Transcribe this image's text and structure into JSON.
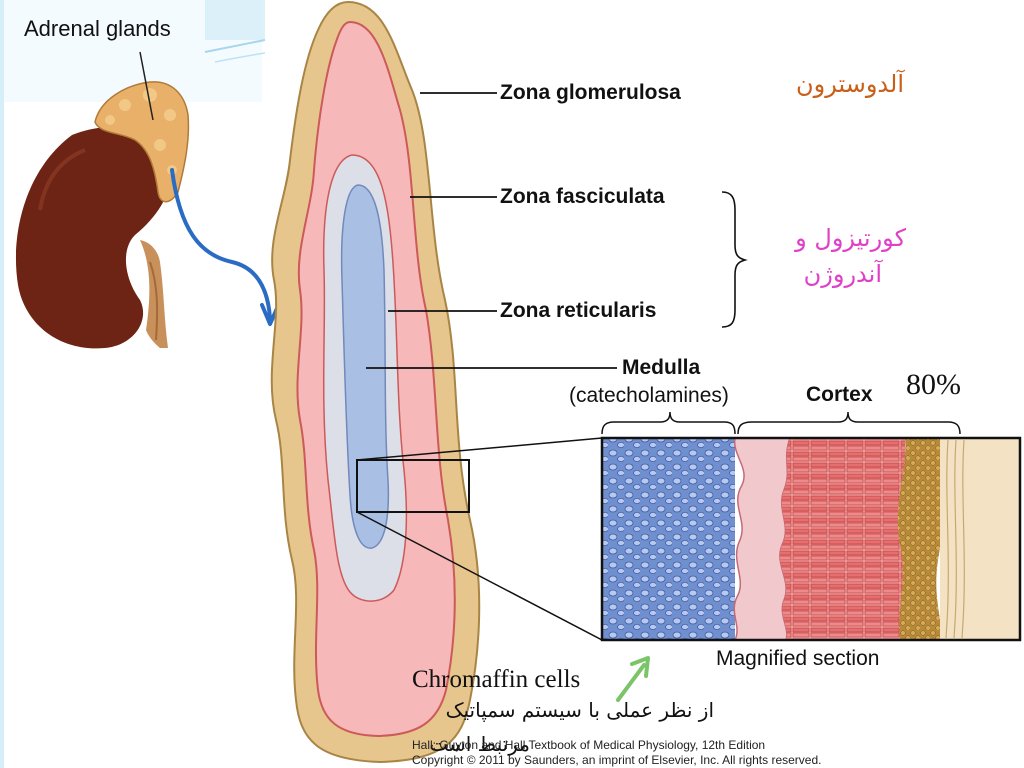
{
  "labels": {
    "adrenal_glands": "Adrenal glands",
    "zona_glomerulosa": "Zona glomerulosa",
    "zona_fasciculata": "Zona fasciculata",
    "zona_reticularis": "Zona reticularis",
    "medulla": "Medulla",
    "catecholamines": "(catecholamines)",
    "cortex": "Cortex",
    "cortex_percent": "80%",
    "magnified_section": "Magnified section",
    "chromaffin_cells": "Chromaffin cells"
  },
  "annotations_fa": {
    "aldosterone": "آلدوسترون",
    "cortisol_line1": "کورتیزول و",
    "cortisol_line2": "آندروژن",
    "sympathetic_line1": "از نظر عملی با سیستم سمپاتیک",
    "sympathetic_line2": "مرتبط است"
  },
  "credit": {
    "line1": "Hall: Guyton and Hall Textbook of Medical Physiology, 12th Edition",
    "line2": "Copyright © 2011 by Saunders, an imprint of Elsevier, Inc. All rights reserved."
  },
  "colors": {
    "capsule": "#e6c68c",
    "glomerulosa": "#f6b8b8",
    "reticularis": "#dcdfe8",
    "medulla": "#a9bfe3",
    "kidney": "#6d2414",
    "adrenal_gland": "#e8b068",
    "arrow_blue": "#2a6cc4",
    "arrow_green": "#7cc46a",
    "aldosterone_text": "#c8601a",
    "cortisol_text": "#e040c8"
  }
}
